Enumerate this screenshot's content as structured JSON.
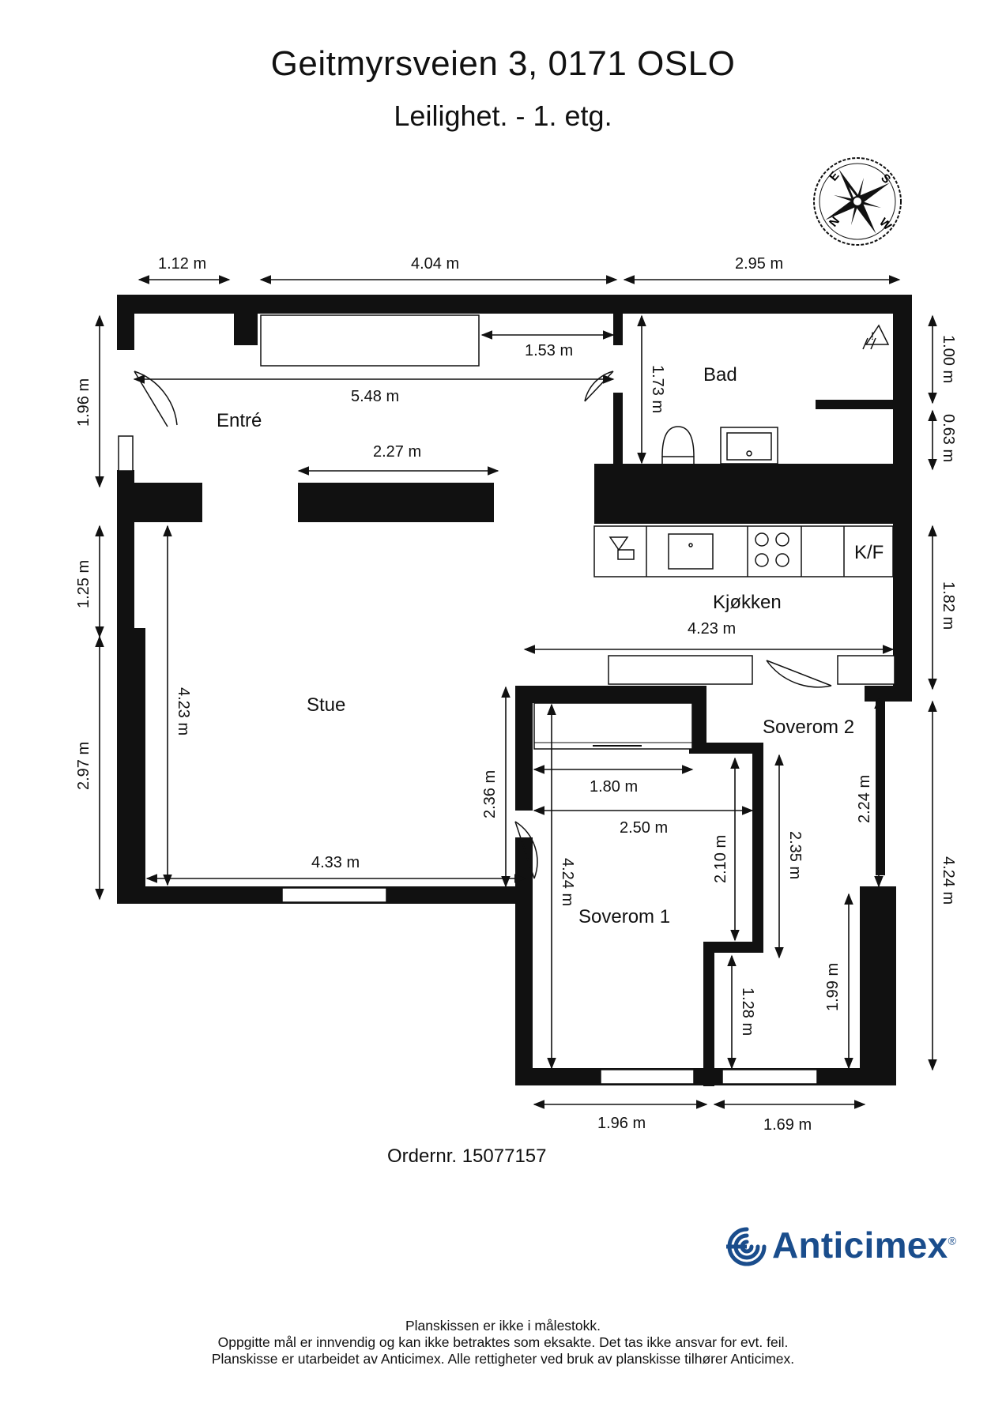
{
  "header": {
    "title": "Geitmyrsveien 3, 0171 OSLO",
    "subtitle": "Leilighet.  - 1. etg."
  },
  "compass": {
    "letters": [
      "N",
      "E",
      "S",
      "W"
    ]
  },
  "rooms": {
    "entre": "Entré",
    "bad": "Bad",
    "kjokken": "Kjøkken",
    "stue": "Stue",
    "soverom1": "Soverom 1",
    "soverom2": "Soverom 2",
    "kf": "K/F"
  },
  "dimensions": {
    "top_1": "1.12 m",
    "top_2": "4.04 m",
    "top_3": "2.95 m",
    "left_1": "1.96 m",
    "left_2": "1.25 m",
    "left_3": "2.97 m",
    "right_1": "1.00 m",
    "right_2": "0.63 m",
    "right_3": "1.82 m",
    "right_4": "4.24 m",
    "entre_top": "1.53 m",
    "entre_width": "5.48 m",
    "entre_inner": "2.27 m",
    "bad_height": "1.73 m",
    "kjokken_width": "4.23 m",
    "stue_height": "4.23 m",
    "stue_width": "4.33 m",
    "stue_small": "2.36 m",
    "sov1_closet": "1.80 m",
    "sov1_width": "2.50 m",
    "sov1_height": "4.24 m",
    "sov1_small": "2.10 m",
    "sov2_a": "2.24 m",
    "sov2_b": "2.35 m",
    "sov2_c": "1.28 m",
    "sov2_d": "1.99 m",
    "bottom_1": "1.96 m",
    "bottom_2": "1.69 m"
  },
  "order": "Ordernr. 15077157",
  "brand": {
    "name": "Anticimex",
    "registered": "®",
    "color": "#1a4d8c"
  },
  "footer": {
    "line1": "Planskissen er ikke i målestokk.",
    "line2": "Oppgitte mål er innvendig og kan ikke betraktes som eksakte. Det tas ikke ansvar for evt. feil.",
    "line3": "Planskisse er utarbeidet av Anticimex. Alle rettigheter ved bruk av planskisse tilhører Anticimex."
  }
}
